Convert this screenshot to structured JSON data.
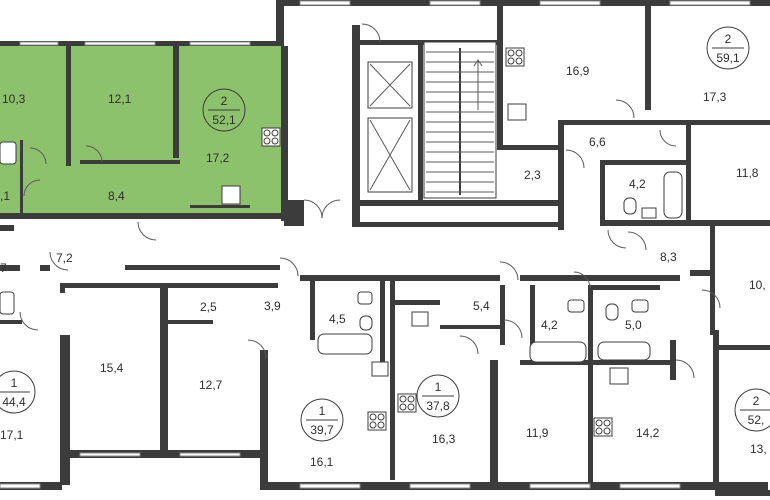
{
  "highlight_color": "#8cc26b",
  "wall_color": "#3c3c3c",
  "apartments": [
    {
      "id": "apt-top-left",
      "rooms": 2,
      "total_area": "52,1",
      "highlighted": true
    },
    {
      "id": "apt-top-right",
      "rooms": 2,
      "total_area": "59,1",
      "highlighted": false
    },
    {
      "id": "apt-bottom-left",
      "rooms": 1,
      "total_area": "44,4",
      "highlighted": false
    },
    {
      "id": "apt-bottom-mid-a",
      "rooms": 1,
      "total_area": "39,7",
      "highlighted": false
    },
    {
      "id": "apt-bottom-mid-b",
      "rooms": 1,
      "total_area": "37,8",
      "highlighted": false
    },
    {
      "id": "apt-bottom-right",
      "rooms": 2,
      "total_area": "52,",
      "highlighted": false
    }
  ],
  "rooms": [
    {
      "id": "r-10-3",
      "area": "10,3"
    },
    {
      "id": "r-12-1",
      "area": "12,1"
    },
    {
      "id": "r-17-2",
      "area": "17,2"
    },
    {
      "id": "r-8-4",
      "area": "8,4"
    },
    {
      "id": "r-tl-partial",
      "area": ",1"
    },
    {
      "id": "r-7-2",
      "area": "7,2"
    },
    {
      "id": "r-left-partial",
      "area": "7"
    },
    {
      "id": "r-2-5",
      "area": "2,5"
    },
    {
      "id": "r-15-4",
      "area": "15,4"
    },
    {
      "id": "r-12-7",
      "area": "12,7"
    },
    {
      "id": "r-17-1",
      "area": "17,1"
    },
    {
      "id": "r-3-9",
      "area": "3,9"
    },
    {
      "id": "r-4-5",
      "area": "4,5"
    },
    {
      "id": "r-16-1",
      "area": "16,1"
    },
    {
      "id": "r-16-3",
      "area": "16,3"
    },
    {
      "id": "r-5-4",
      "area": "5,4"
    },
    {
      "id": "r-4-2b",
      "area": "4,2"
    },
    {
      "id": "r-5-0",
      "area": "5,0"
    },
    {
      "id": "r-11-9",
      "area": "11,9"
    },
    {
      "id": "r-14-2",
      "area": "14,2"
    },
    {
      "id": "r-16-9",
      "area": "16,9"
    },
    {
      "id": "r-2-3",
      "area": "2,3"
    },
    {
      "id": "r-6-6",
      "area": "6,6"
    },
    {
      "id": "r-4-2a",
      "area": "4,2"
    },
    {
      "id": "r-17-3",
      "area": "17,3"
    },
    {
      "id": "r-11-8",
      "area": "11,8"
    },
    {
      "id": "r-8-3",
      "area": "8,3"
    },
    {
      "id": "r-10-partial",
      "area": "10,"
    },
    {
      "id": "r-13-partial",
      "area": "13,"
    }
  ]
}
